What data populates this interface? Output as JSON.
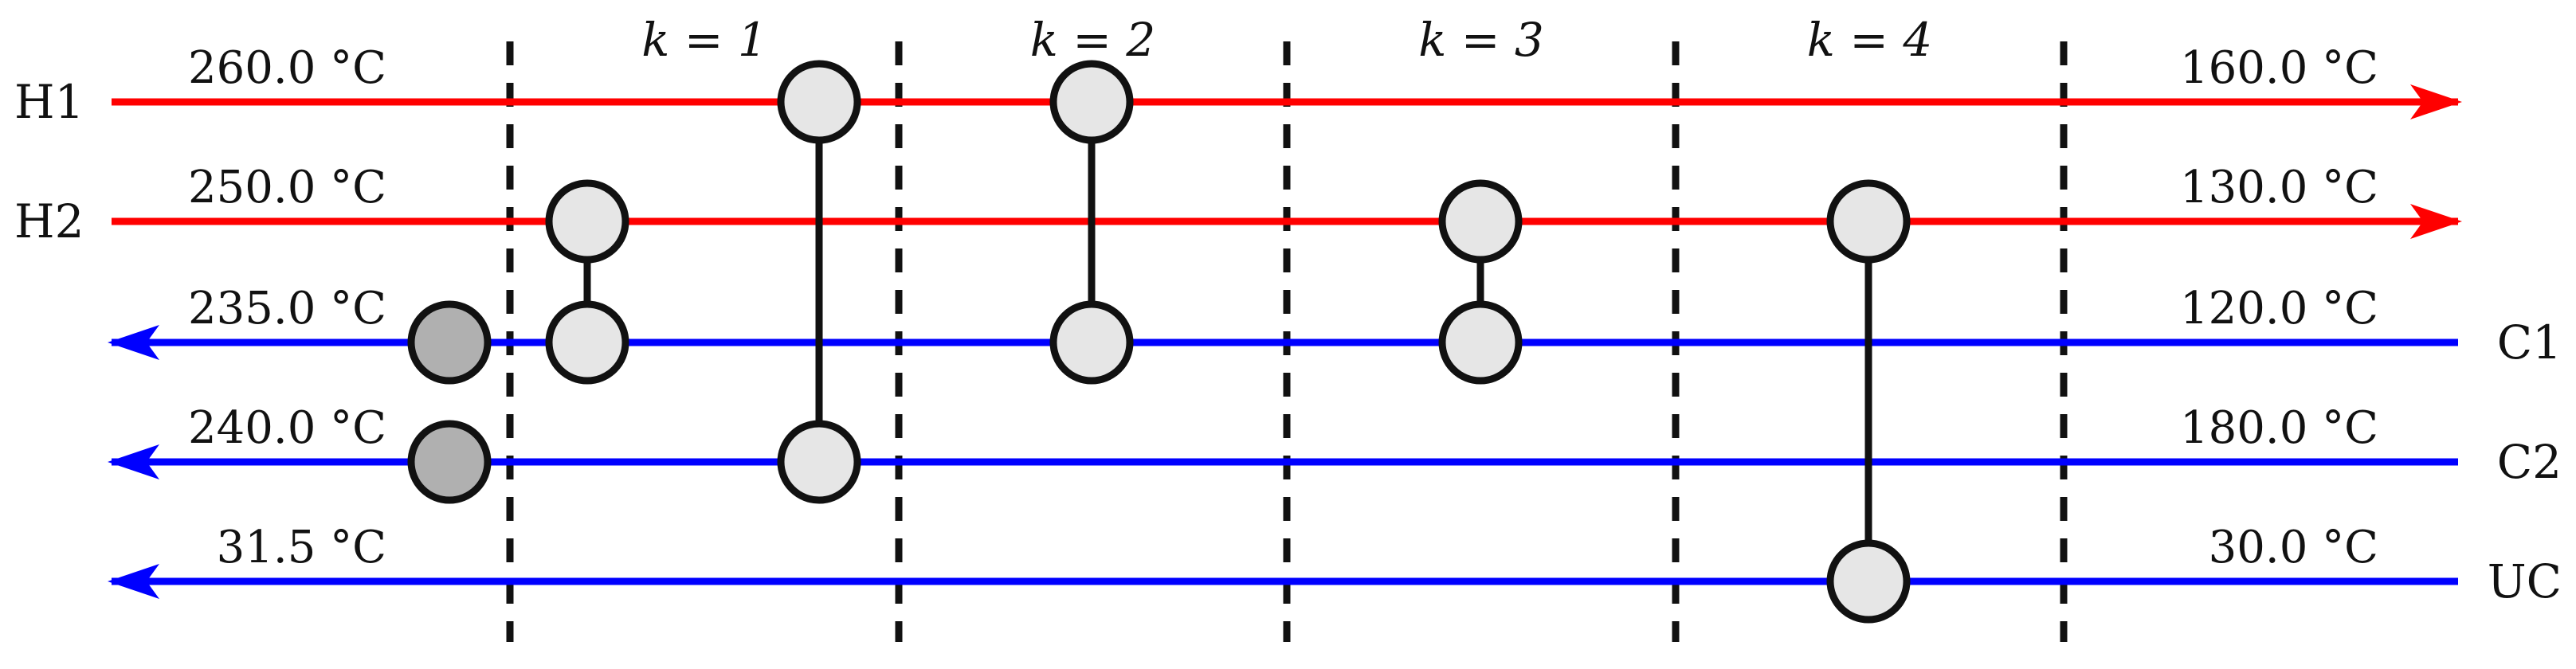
{
  "stages": [
    {
      "id": "k1",
      "label": "k = 1"
    },
    {
      "id": "k2",
      "label": "k = 2"
    },
    {
      "id": "k3",
      "label": "k = 3"
    },
    {
      "id": "k4",
      "label": "k = 4"
    }
  ],
  "streams": [
    {
      "id": "H1",
      "name": "H1",
      "type": "hot",
      "color": "#ff0000",
      "inlet_temp": "260.0 °C",
      "outlet_temp": "160.0 °C"
    },
    {
      "id": "H2",
      "name": "H2",
      "type": "hot",
      "color": "#ff0000",
      "inlet_temp": "250.0 °C",
      "outlet_temp": "130.0 °C"
    },
    {
      "id": "C1",
      "name": "C1",
      "type": "cold",
      "color": "#0000ff",
      "inlet_temp": "120.0 °C",
      "outlet_temp": "235.0 °C"
    },
    {
      "id": "C2",
      "name": "C2",
      "type": "cold",
      "color": "#0000ff",
      "inlet_temp": "180.0 °C",
      "outlet_temp": "240.0 °C"
    },
    {
      "id": "UC",
      "name": "UC",
      "type": "cold",
      "color": "#0000ff",
      "inlet_temp": "30.0 °C",
      "outlet_temp": "31.5 °C"
    }
  ],
  "exchangers": [
    {
      "stage": "k1",
      "hot": "H2",
      "cold": "C1"
    },
    {
      "stage": "k1",
      "hot": "H1",
      "cold": "C2"
    },
    {
      "stage": "k2",
      "hot": "H1",
      "cold": "C1"
    },
    {
      "stage": "k3",
      "hot": "H2",
      "cold": "C1"
    },
    {
      "stage": "k4",
      "hot": "H2",
      "cold": "UC"
    }
  ],
  "heaters": [
    {
      "stream": "C1"
    },
    {
      "stream": "C2"
    }
  ],
  "colors": {
    "hot_stream": "#ff0000",
    "cold_stream": "#0000ff",
    "exchanger_fill": "#e6e6e6",
    "heater_fill": "#b0b0b0"
  }
}
